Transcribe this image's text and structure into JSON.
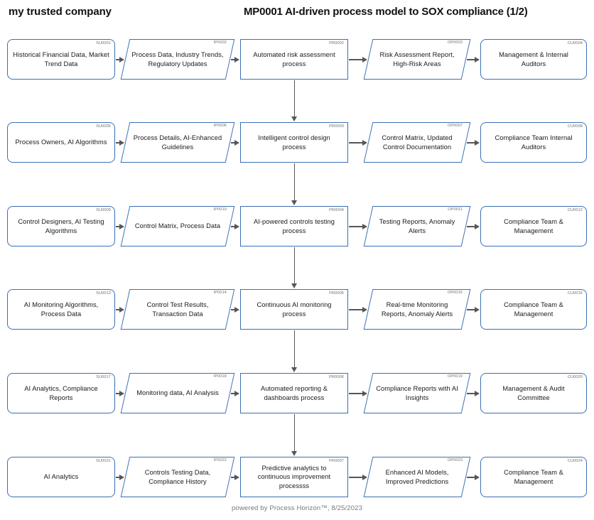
{
  "header": {
    "company_title": "my trusted company",
    "model_title": "MP0001 AI-driven process model to SOX compliance (1/2)"
  },
  "footer": {
    "text": "powered by Process Horizon™, 8/25/2023"
  },
  "style": {
    "node_border_color": "#3a6fb5",
    "connector_color": "#565656",
    "tag_color": "#6f6f6f",
    "footer_color": "#7a7a7a",
    "background": "#ffffff"
  },
  "columns": [
    {
      "key": "supplier",
      "shape": "rounded-rectangle",
      "prefix": "SU"
    },
    {
      "key": "input",
      "shape": "parallelogram",
      "prefix": "IP"
    },
    {
      "key": "process",
      "shape": "rectangle",
      "prefix": "PR"
    },
    {
      "key": "output",
      "shape": "parallelogram",
      "prefix": "OP"
    },
    {
      "key": "customer",
      "shape": "rounded-rectangle",
      "prefix": "CU"
    }
  ],
  "rows": [
    {
      "supplier": {
        "id": "SU0001",
        "label": "Historical Financial Data, Market\nTrend Data"
      },
      "input": {
        "id": "IP0002",
        "label": "Process Data, Industry Trends,\nRegulatory Updates"
      },
      "process": {
        "id": "PR0002",
        "label": "Automated risk assessment\nprocess"
      },
      "output": {
        "id": "OP0003",
        "label": "Risk Assessment Report,\nHigh-Risk Areas"
      },
      "customer": {
        "id": "CU0004",
        "label": "Management & Internal\nAuditors"
      }
    },
    {
      "supplier": {
        "id": "SU0005",
        "label": "Process Owners, AI Algorithms"
      },
      "input": {
        "id": "IP0006",
        "label": "Process Details, AI-Enhanced\nGuidelines"
      },
      "process": {
        "id": "PR0003",
        "label": "Intelligent control design\nprocess"
      },
      "output": {
        "id": "OP0007",
        "label": "Control Matrix, Updated\nControl Documentation"
      },
      "customer": {
        "id": "CU0008",
        "label": "Compliance Team Internal\nAuditors"
      }
    },
    {
      "supplier": {
        "id": "SU0009",
        "label": "Control Designers, AI Testing\nAlgorithms"
      },
      "input": {
        "id": "IP0010",
        "label": "Control Matrix, Process Data"
      },
      "process": {
        "id": "PR0004",
        "label": "AI-powered controls testing\nprocess"
      },
      "output": {
        "id": "OP0011",
        "label": "Testing Reports, Anomaly\nAlerts"
      },
      "customer": {
        "id": "CU0012",
        "label": "Compliance Team &\nManagement"
      }
    },
    {
      "supplier": {
        "id": "SU0013",
        "label": "AI Monitoring Algorithms,\nProcess Data"
      },
      "input": {
        "id": "IP0014",
        "label": "Control Test Results,\nTransaction Data"
      },
      "process": {
        "id": "PR0005",
        "label": "Continuous AI monitoring\nprocess"
      },
      "output": {
        "id": "OP0015",
        "label": "Real-time Monitoring\nReports, Anomaly Alerts"
      },
      "customer": {
        "id": "CU0016",
        "label": "Compliance Team &\nManagement"
      }
    },
    {
      "supplier": {
        "id": "SU0017",
        "label": "AI Analytics, Compliance Reports"
      },
      "input": {
        "id": "IP0018",
        "label": "Monitoring data, AI Analysis"
      },
      "process": {
        "id": "PR0006",
        "label": "Automated reporting &\ndashboards process"
      },
      "output": {
        "id": "OP0019",
        "label": "Compliance Reports with AI\nInsights"
      },
      "customer": {
        "id": "CU0020",
        "label": "Management & Audit\nCommittee"
      }
    },
    {
      "supplier": {
        "id": "SU0021",
        "label": "AI Analytics"
      },
      "input": {
        "id": "IP0022",
        "label": "Controls Testing Data,\nCompliance History"
      },
      "process": {
        "id": "PR0007",
        "label": "Predictive analytics to\ncontinuous improvement\nprocessss"
      },
      "output": {
        "id": "OP0023",
        "label": "Enhanced AI Models,\nImproved Predictions"
      },
      "customer": {
        "id": "CU0024",
        "label": "Compliance Team &\nManagement"
      }
    }
  ]
}
